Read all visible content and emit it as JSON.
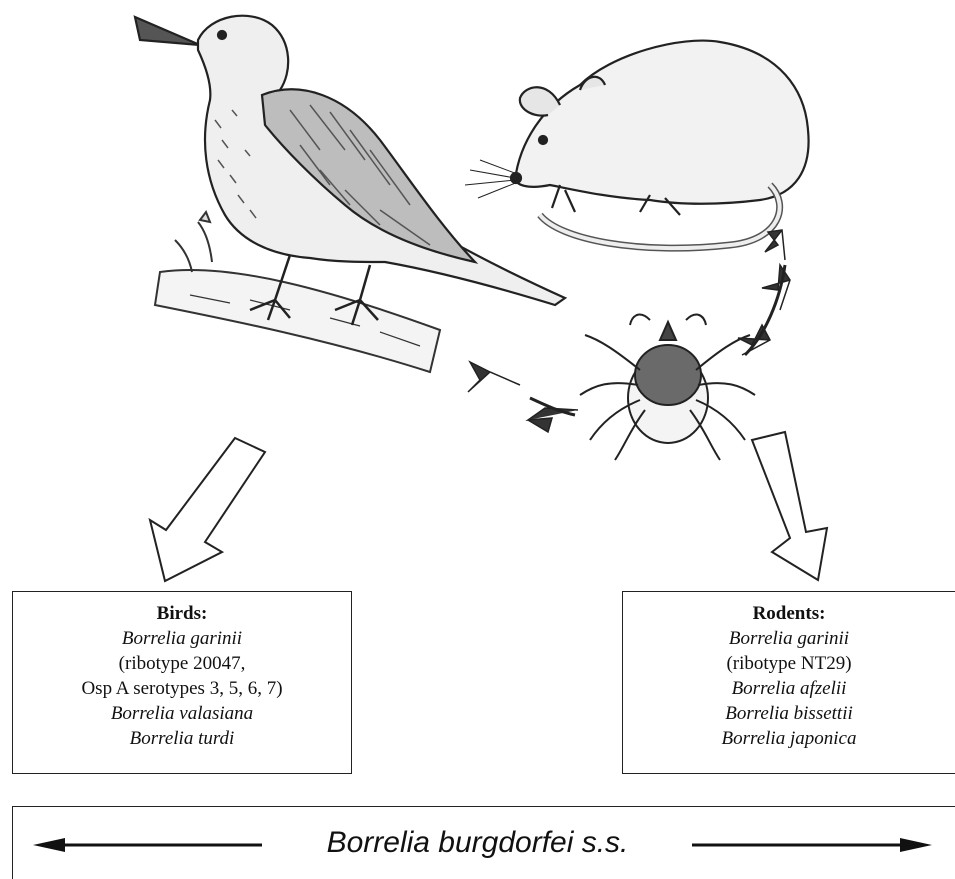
{
  "birds": {
    "title": "Birds:",
    "lines": [
      {
        "text": "Borrelia garinii",
        "italic": true
      },
      {
        "text": "(ribotype 20047,",
        "italic": false
      },
      {
        "text": "Osp A serotypes 3, 5, 6, 7)",
        "italic": false
      },
      {
        "text": "Borrelia valasiana",
        "italic": true
      },
      {
        "text": "Borrelia turdi",
        "italic": true
      }
    ]
  },
  "rodents": {
    "title": "Rodents:",
    "lines": [
      {
        "text": "Borrelia garinii",
        "italic": true
      },
      {
        "text": "(ribotype NT29)",
        "italic": false
      },
      {
        "text": "Borrelia afzelii",
        "italic": true
      },
      {
        "text": "Borrelia bissettii",
        "italic": true
      },
      {
        "text": "Borrelia japonica",
        "italic": true
      }
    ]
  },
  "burgdorferi": {
    "label": "Borrelia burgdorfei s.s."
  }
}
